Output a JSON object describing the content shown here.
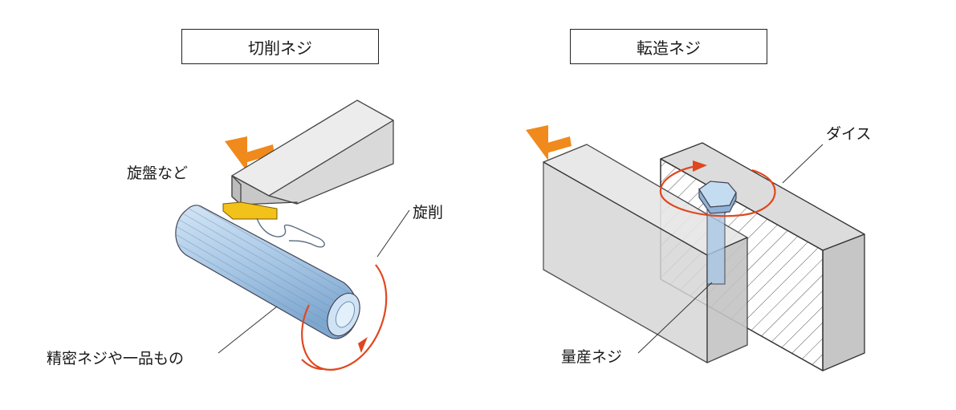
{
  "left": {
    "title": "切削ネジ",
    "labels": {
      "tool": "旋盤など",
      "process": "旋削",
      "product": "精密ネジや一品もの"
    }
  },
  "right": {
    "title": "転造ネジ",
    "labels": {
      "die": "ダイス",
      "product": "量産ネジ"
    }
  },
  "colors": {
    "arrow_orange": "#f08a1c",
    "rotation_red": "#e0471f",
    "insert_yellow": "#f2c21b",
    "screw_blue": "#a9c8e6",
    "block_gray": "#d6d6d6"
  }
}
